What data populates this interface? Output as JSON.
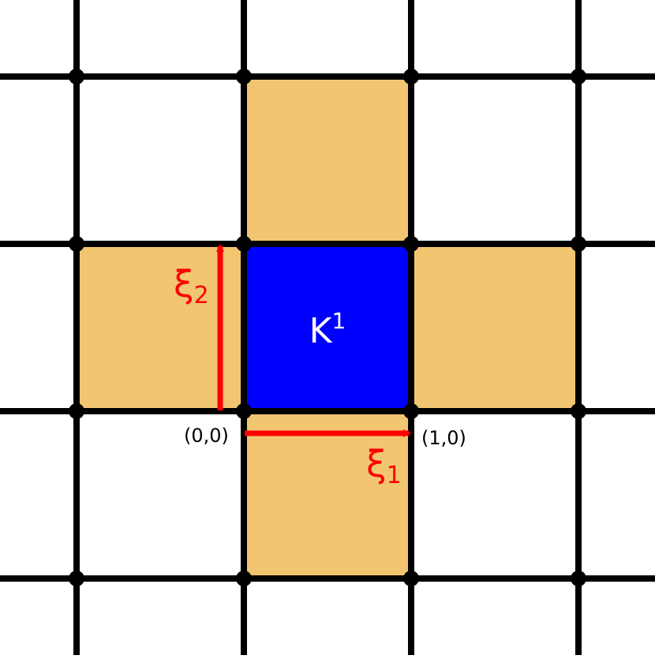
{
  "diagram": {
    "colors": {
      "grid": "#000000",
      "center_cell": "#0000ff",
      "neighbor_cell": "#f2c671",
      "arrow": "#ff0000",
      "label_on_center": "#ffffff",
      "coordinate_label": "#000000"
    },
    "center_label": {
      "base": "K",
      "sup": "1"
    },
    "axis_xi1": {
      "base": "ξ",
      "sub": "1"
    },
    "axis_xi2": {
      "base": "ξ",
      "sub": "2"
    },
    "origin_label": "(0,0)",
    "unit_x_label": "(1,0)",
    "icons": {
      "grid": "grid-lines-icon",
      "nodes": "grid-node-icon",
      "arrows": "arrow-icon"
    }
  }
}
